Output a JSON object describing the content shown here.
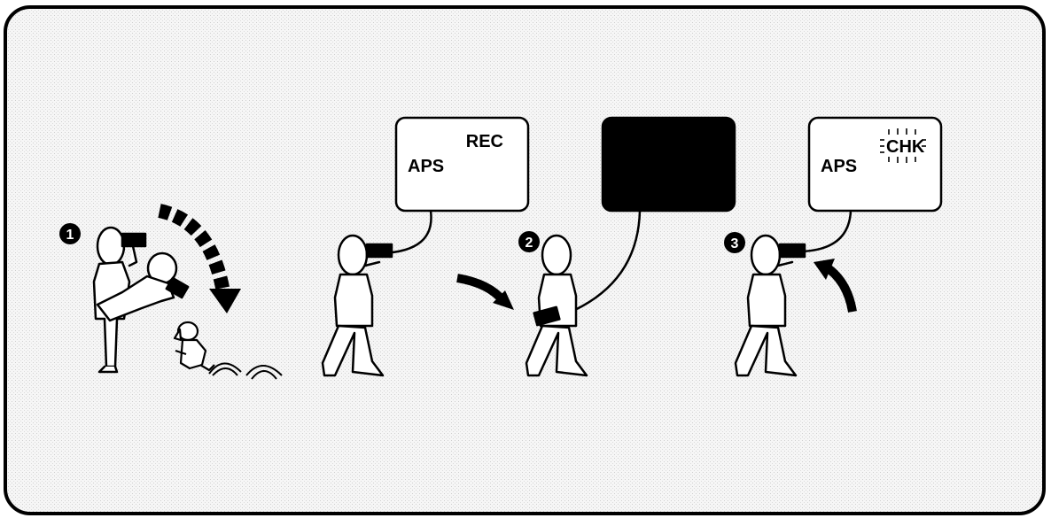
{
  "steps": [
    {
      "number": "1"
    },
    {
      "number": "2"
    },
    {
      "number": "3"
    }
  ],
  "screens": [
    {
      "top_right": "REC",
      "left": "APS",
      "blank": false
    },
    {
      "top_right": "",
      "left": "",
      "blank": true
    },
    {
      "top_right": "CHK",
      "left": "APS",
      "blank": false,
      "flashing": true
    }
  ],
  "colors": {
    "ink": "#000000",
    "paper": "#ffffff",
    "panel_bg": "#f2f2f2"
  }
}
